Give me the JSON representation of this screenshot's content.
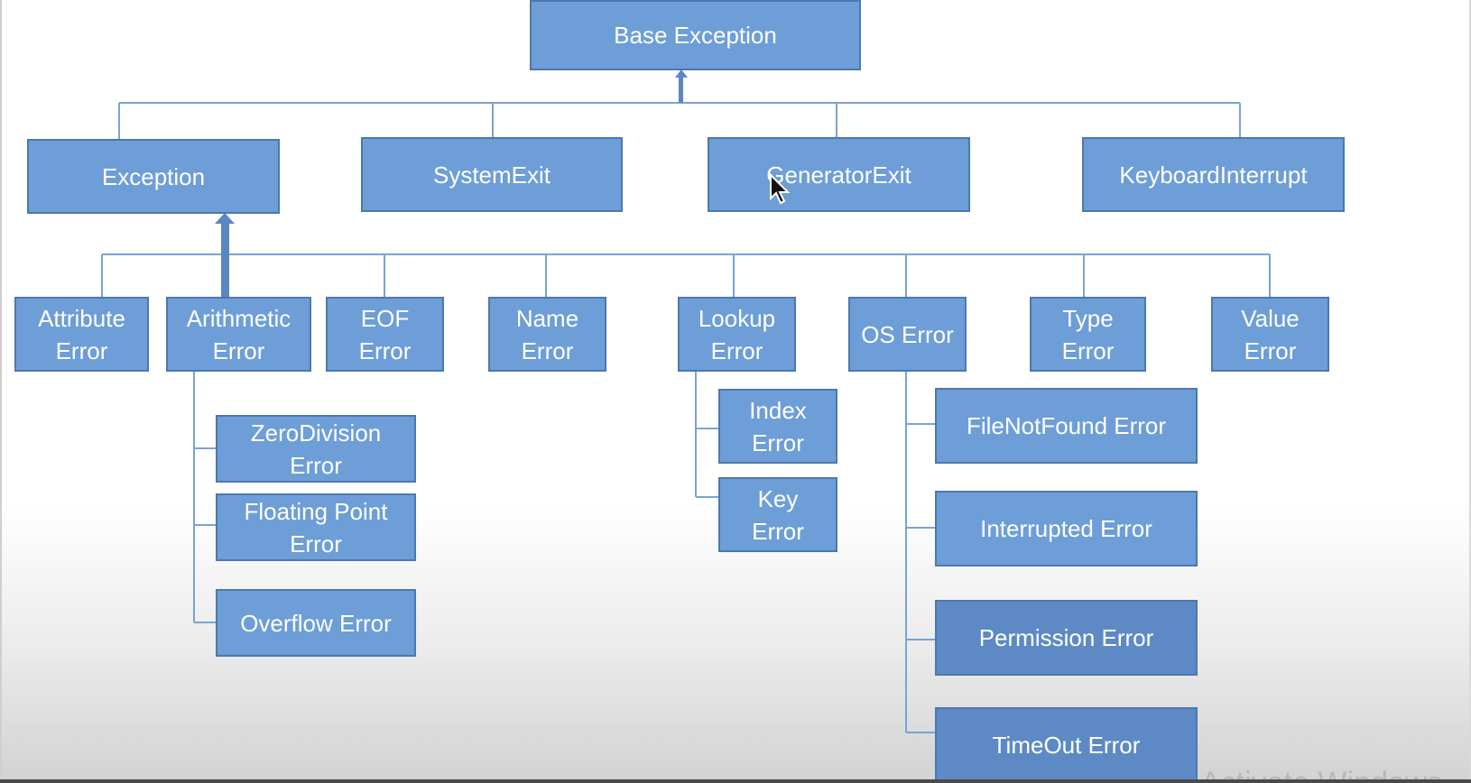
{
  "diagram": {
    "root": {
      "label": "Base Exception"
    },
    "level1": [
      {
        "key": "exception",
        "label": "Exception"
      },
      {
        "key": "systemexit",
        "label": "SystemExit"
      },
      {
        "key": "generatorexit",
        "label": "GeneratorExit"
      },
      {
        "key": "keyboardinterrupt",
        "label": "KeyboardInterrupt"
      }
    ],
    "exception_children": [
      {
        "key": "attribute",
        "label": "Attribute\nError"
      },
      {
        "key": "arithmetic",
        "label": "Arithmetic\nError"
      },
      {
        "key": "eof",
        "label": "EOF\nError"
      },
      {
        "key": "name",
        "label": "Name\nError"
      },
      {
        "key": "lookup",
        "label": "Lookup\nError"
      },
      {
        "key": "os",
        "label": "OS Error"
      },
      {
        "key": "type",
        "label": "Type\nError"
      },
      {
        "key": "value",
        "label": "Value\nError"
      }
    ],
    "arithmetic_children": [
      {
        "key": "zerodivision",
        "label": "ZeroDivision\nError"
      },
      {
        "key": "floatingpoint",
        "label": "Floating Point\nError"
      },
      {
        "key": "overflow",
        "label": "Overflow Error"
      }
    ],
    "lookup_children": [
      {
        "key": "index",
        "label": "Index\nError"
      },
      {
        "key": "keyerr",
        "label": "Key\nError"
      }
    ],
    "os_children": [
      {
        "key": "filenotfound",
        "label": "FileNotFound Error"
      },
      {
        "key": "interrupted",
        "label": "Interrupted Error"
      },
      {
        "key": "permission",
        "label": "Permission Error"
      },
      {
        "key": "timeout",
        "label": "TimeOut Error"
      }
    ]
  },
  "watermark": "Activate Windows",
  "colors": {
    "box_fill": "#6d9ed7",
    "box_border": "#4d78ad",
    "connector": "#7aa3d6",
    "text": "#ffffff"
  }
}
